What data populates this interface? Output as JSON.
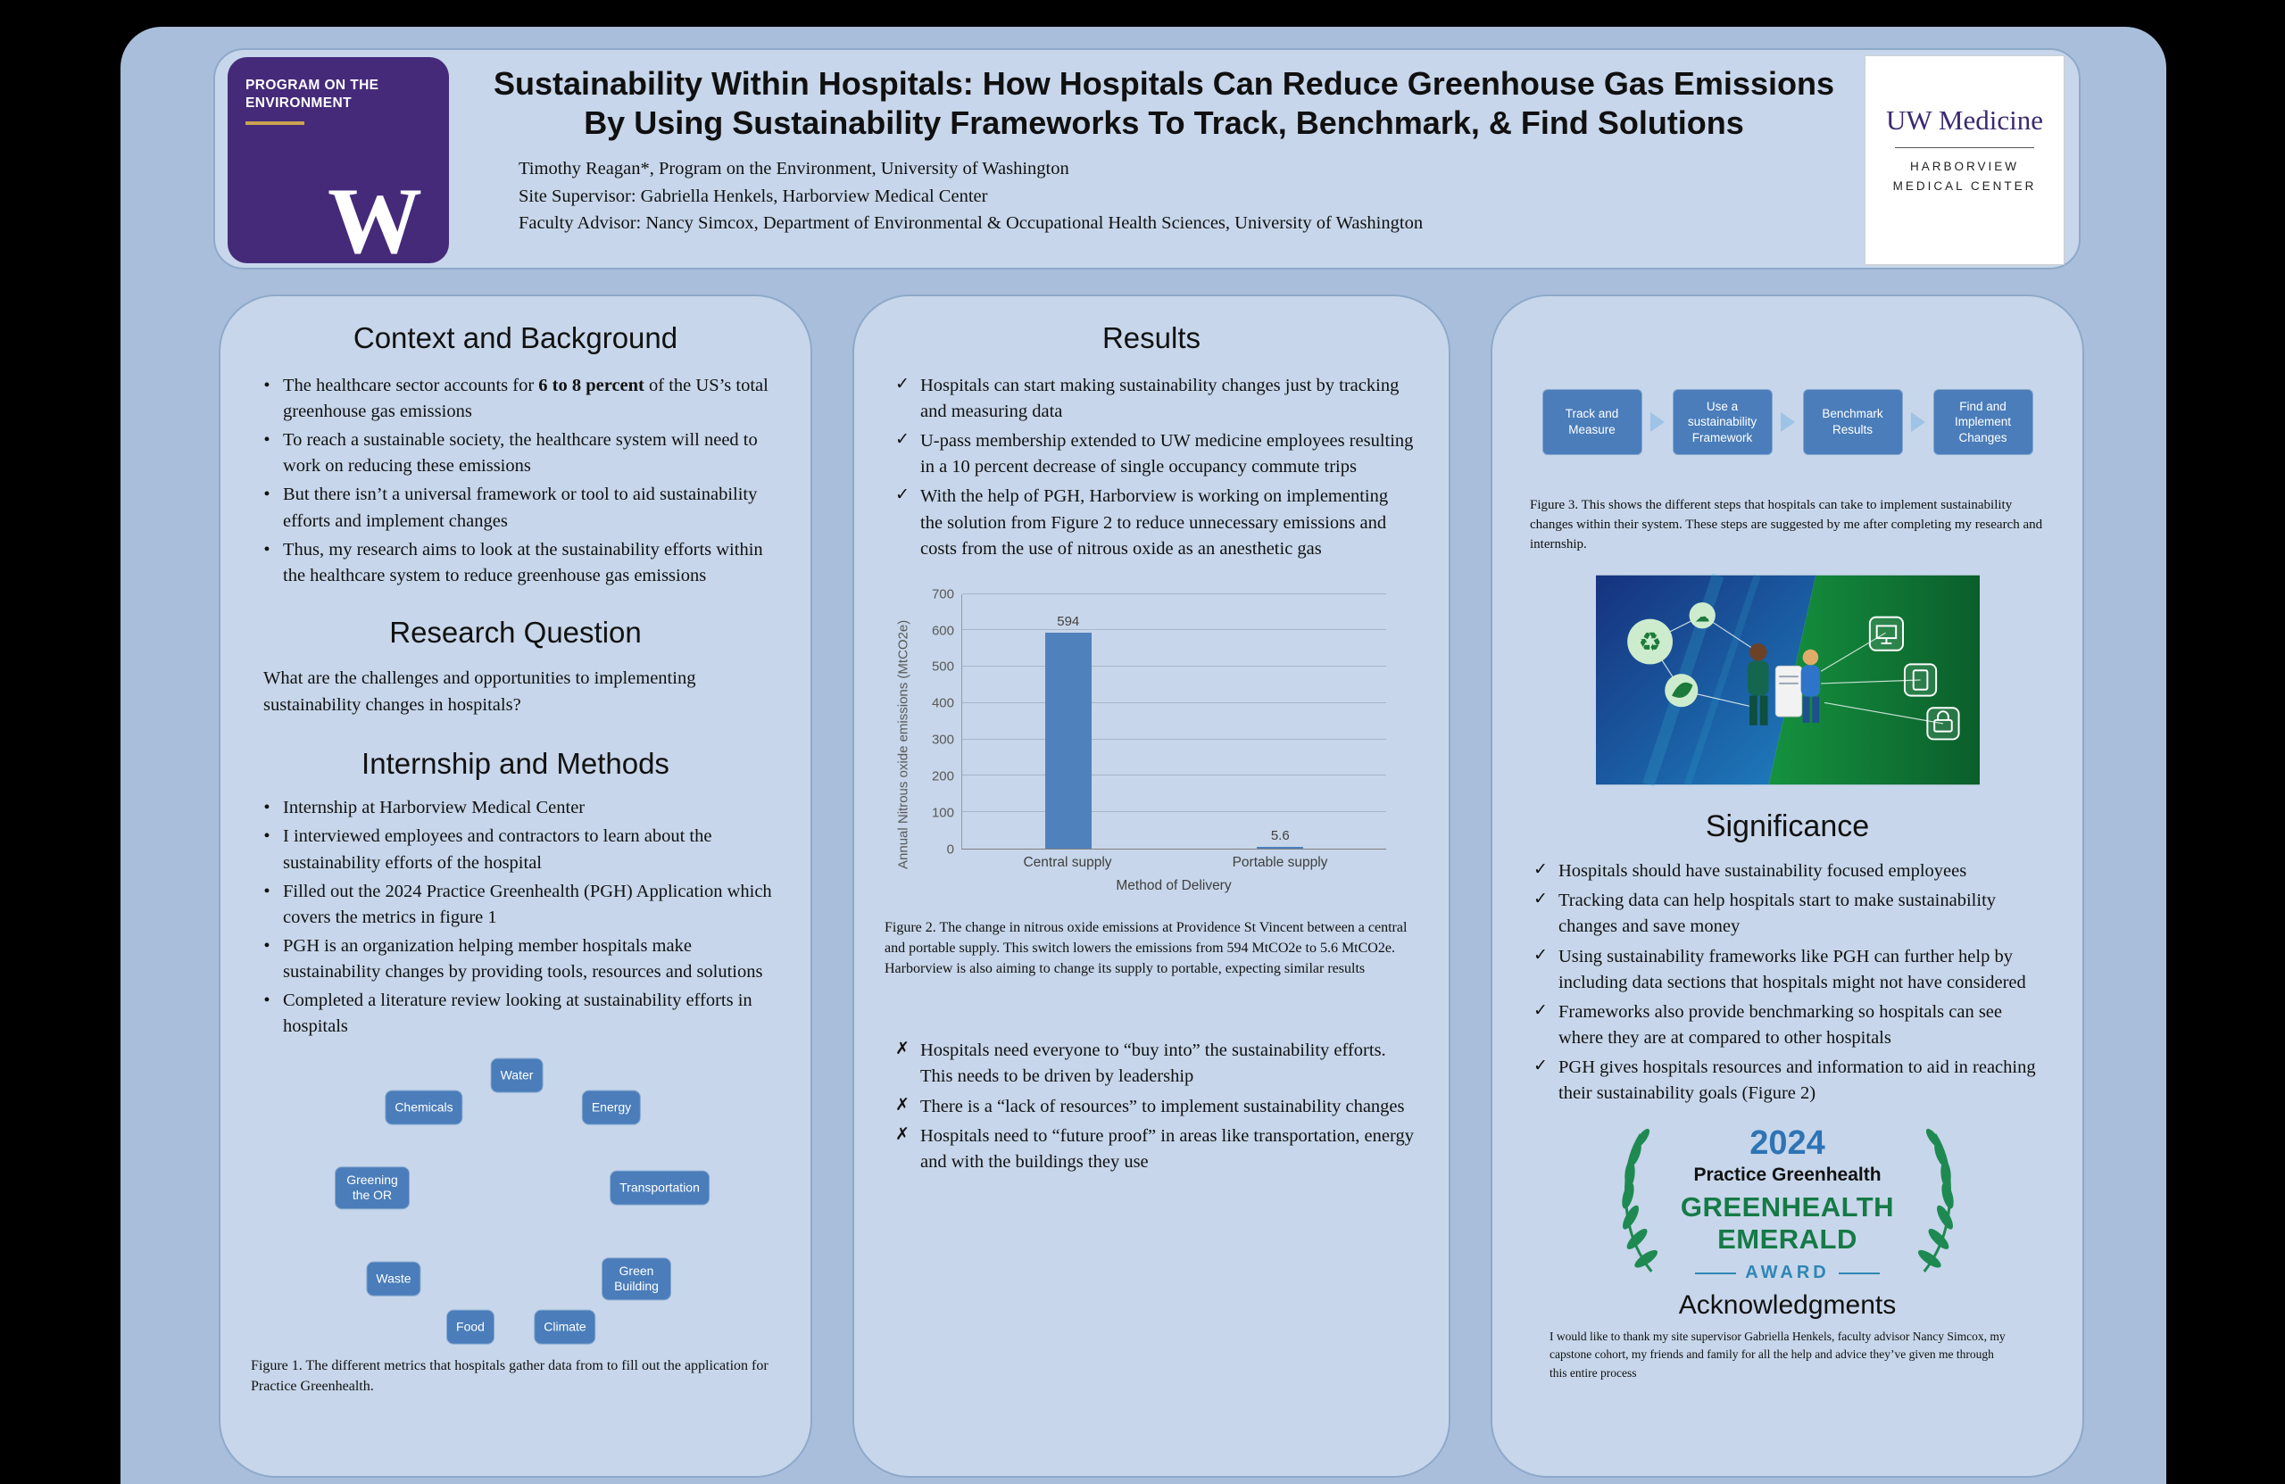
{
  "colors": {
    "poster_bg": "#a9bedb",
    "panel_bg": "#c7d6ea",
    "uw_purple": "#452a7a",
    "uw_gold": "#c9a34e",
    "box_blue": "#4a7dba",
    "bar_blue": "#4f81bd",
    "award_green": "#157a46",
    "award_blue": "#2e74b5"
  },
  "icons": {
    "bullet": "•",
    "check": "✓",
    "cross": "✗",
    "recycle": "♻",
    "cloud": "☁"
  },
  "header": {
    "logo_poe": {
      "line1": "PROGRAM ON THE",
      "line2": "ENVIRONMENT",
      "w_letter": "W"
    },
    "title_line1": "Sustainability Within Hospitals: How Hospitals Can Reduce Greenhouse Gas Emissions",
    "title_line2": "By Using Sustainability Frameworks To Track, Benchmark, & Find Solutions",
    "author_line": "Timothy Reagan*, Program on the Environment, University of Washington",
    "supervisor_line": "Site Supervisor: Gabriella Henkels, Harborview Medical Center",
    "advisor_line": "Faculty Advisor: Nancy Simcox, Department of Environmental & Occupational Health Sciences, University of Washington",
    "logo_uwm": {
      "brand": "UW Medicine",
      "sub1": "HARBORVIEW",
      "sub2": "MEDICAL CENTER"
    }
  },
  "col1": {
    "heading_context": "Context and Background",
    "context_b1_pre": "The healthcare sector accounts for ",
    "context_b1_bold": "6 to 8 percent",
    "context_b1_post": " of the US’s total greenhouse gas emissions",
    "context_bullets": [
      "To reach a sustainable society, the healthcare system will need to work on reducing these emissions",
      "But there isn’t a universal framework or tool to aid sustainability efforts and implement changes",
      "Thus, my research aims to look at the sustainability efforts within the healthcare system to reduce greenhouse gas emissions"
    ],
    "heading_research": "Research Question",
    "research_text": "What are the challenges and opportunities to implementing sustainability changes in hospitals?",
    "heading_methods": "Internship and Methods",
    "methods_bullets": [
      "Internship at Harborview Medical Center",
      "I interviewed employees and contractors to learn about the sustainability efforts of the hospital",
      "Filled out the 2024 Practice Greenhealth (PGH) Application which covers the metrics in figure 1",
      "PGH is an organization helping member hospitals make sustainability changes by providing tools, resources and solutions",
      "Completed a literature review looking at sustainability efforts in hospitals"
    ],
    "figure1_nodes": [
      "Water",
      "Energy",
      "Transportation",
      "Green Building",
      "Climate",
      "Food",
      "Waste",
      "Greening the OR",
      "Chemicals"
    ],
    "figure1_caption": "Figure 1. The different metrics that hospitals gather data from to fill out the application for Practice Greenhealth."
  },
  "col2": {
    "heading_results": "Results",
    "results_bullets": [
      "Hospitals can start making sustainability changes just by tracking and measuring data",
      "U-pass membership extended to UW medicine employees resulting in a 10 percent decrease of single occupancy commute trips",
      "With the help of PGH, Harborview is working on implementing the solution from Figure 2 to reduce unnecessary emissions and costs from the use of nitrous oxide as an anesthetic gas"
    ],
    "figure2_caption": "Figure 2. The change in nitrous oxide emissions at Providence St Vincent between a central and portable supply. This switch lowers the emissions from 594 MtCO2e to 5.6 MtCO2e. Harborview is also aiming to change its supply to portable, expecting similar results",
    "challenge_bullets": [
      "Hospitals need everyone to “buy into” the sustainability efforts. This needs to be driven by leadership",
      "There is a “lack of resources” to implement sustainability changes",
      "Hospitals need to “future proof” in areas like transportation, energy and with the buildings they use"
    ]
  },
  "chart_data": {
    "type": "bar",
    "categories": [
      "Central supply",
      "Portable supply"
    ],
    "values": [
      594,
      5.6
    ],
    "value_labels": [
      "594",
      "5.6"
    ],
    "title": "",
    "xlabel": "Method of Delivery",
    "ylabel": "Annual Nitrous oxide emissions (MtCO2e)",
    "ylim": [
      0,
      700
    ],
    "yticks": [
      0,
      100,
      200,
      300,
      400,
      500,
      600,
      700
    ],
    "grid": true,
    "legend": false,
    "bar_color": "#4f81bd"
  },
  "col3": {
    "flow_steps": [
      "Track and Measure",
      "Use a sustainability Framework",
      "Benchmark Results",
      "Find and Implement Changes"
    ],
    "figure3_caption": "Figure 3. This shows the different steps that hospitals can take to implement sustainability changes within their system. These steps are suggested by me after completing my research and internship.",
    "heading_significance": "Significance",
    "significance_bullets": [
      "Hospitals should have sustainability focused employees",
      "Tracking data can help hospitals start to make sustainability changes and save money",
      "Using sustainability frameworks like PGH can further help by including data sections that hospitals might not have considered",
      "Frameworks also provide benchmarking so hospitals can see where they are at compared to other hospitals",
      "PGH gives hospitals resources and information to aid in reaching their sustainability goals (Figure 2)"
    ],
    "award": {
      "year": "2024",
      "org": "Practice Greenhealth",
      "line1": "GREENHEALTH",
      "line2": "EMERALD",
      "line3": "AWARD"
    },
    "heading_ack": "Acknowledgments",
    "ack_text": "I would like to thank my site supervisor Gabriella Henkels, faculty advisor Nancy Simcox, my capstone cohort, my friends and family for all the help and advice they’ve given me through this entire process"
  }
}
